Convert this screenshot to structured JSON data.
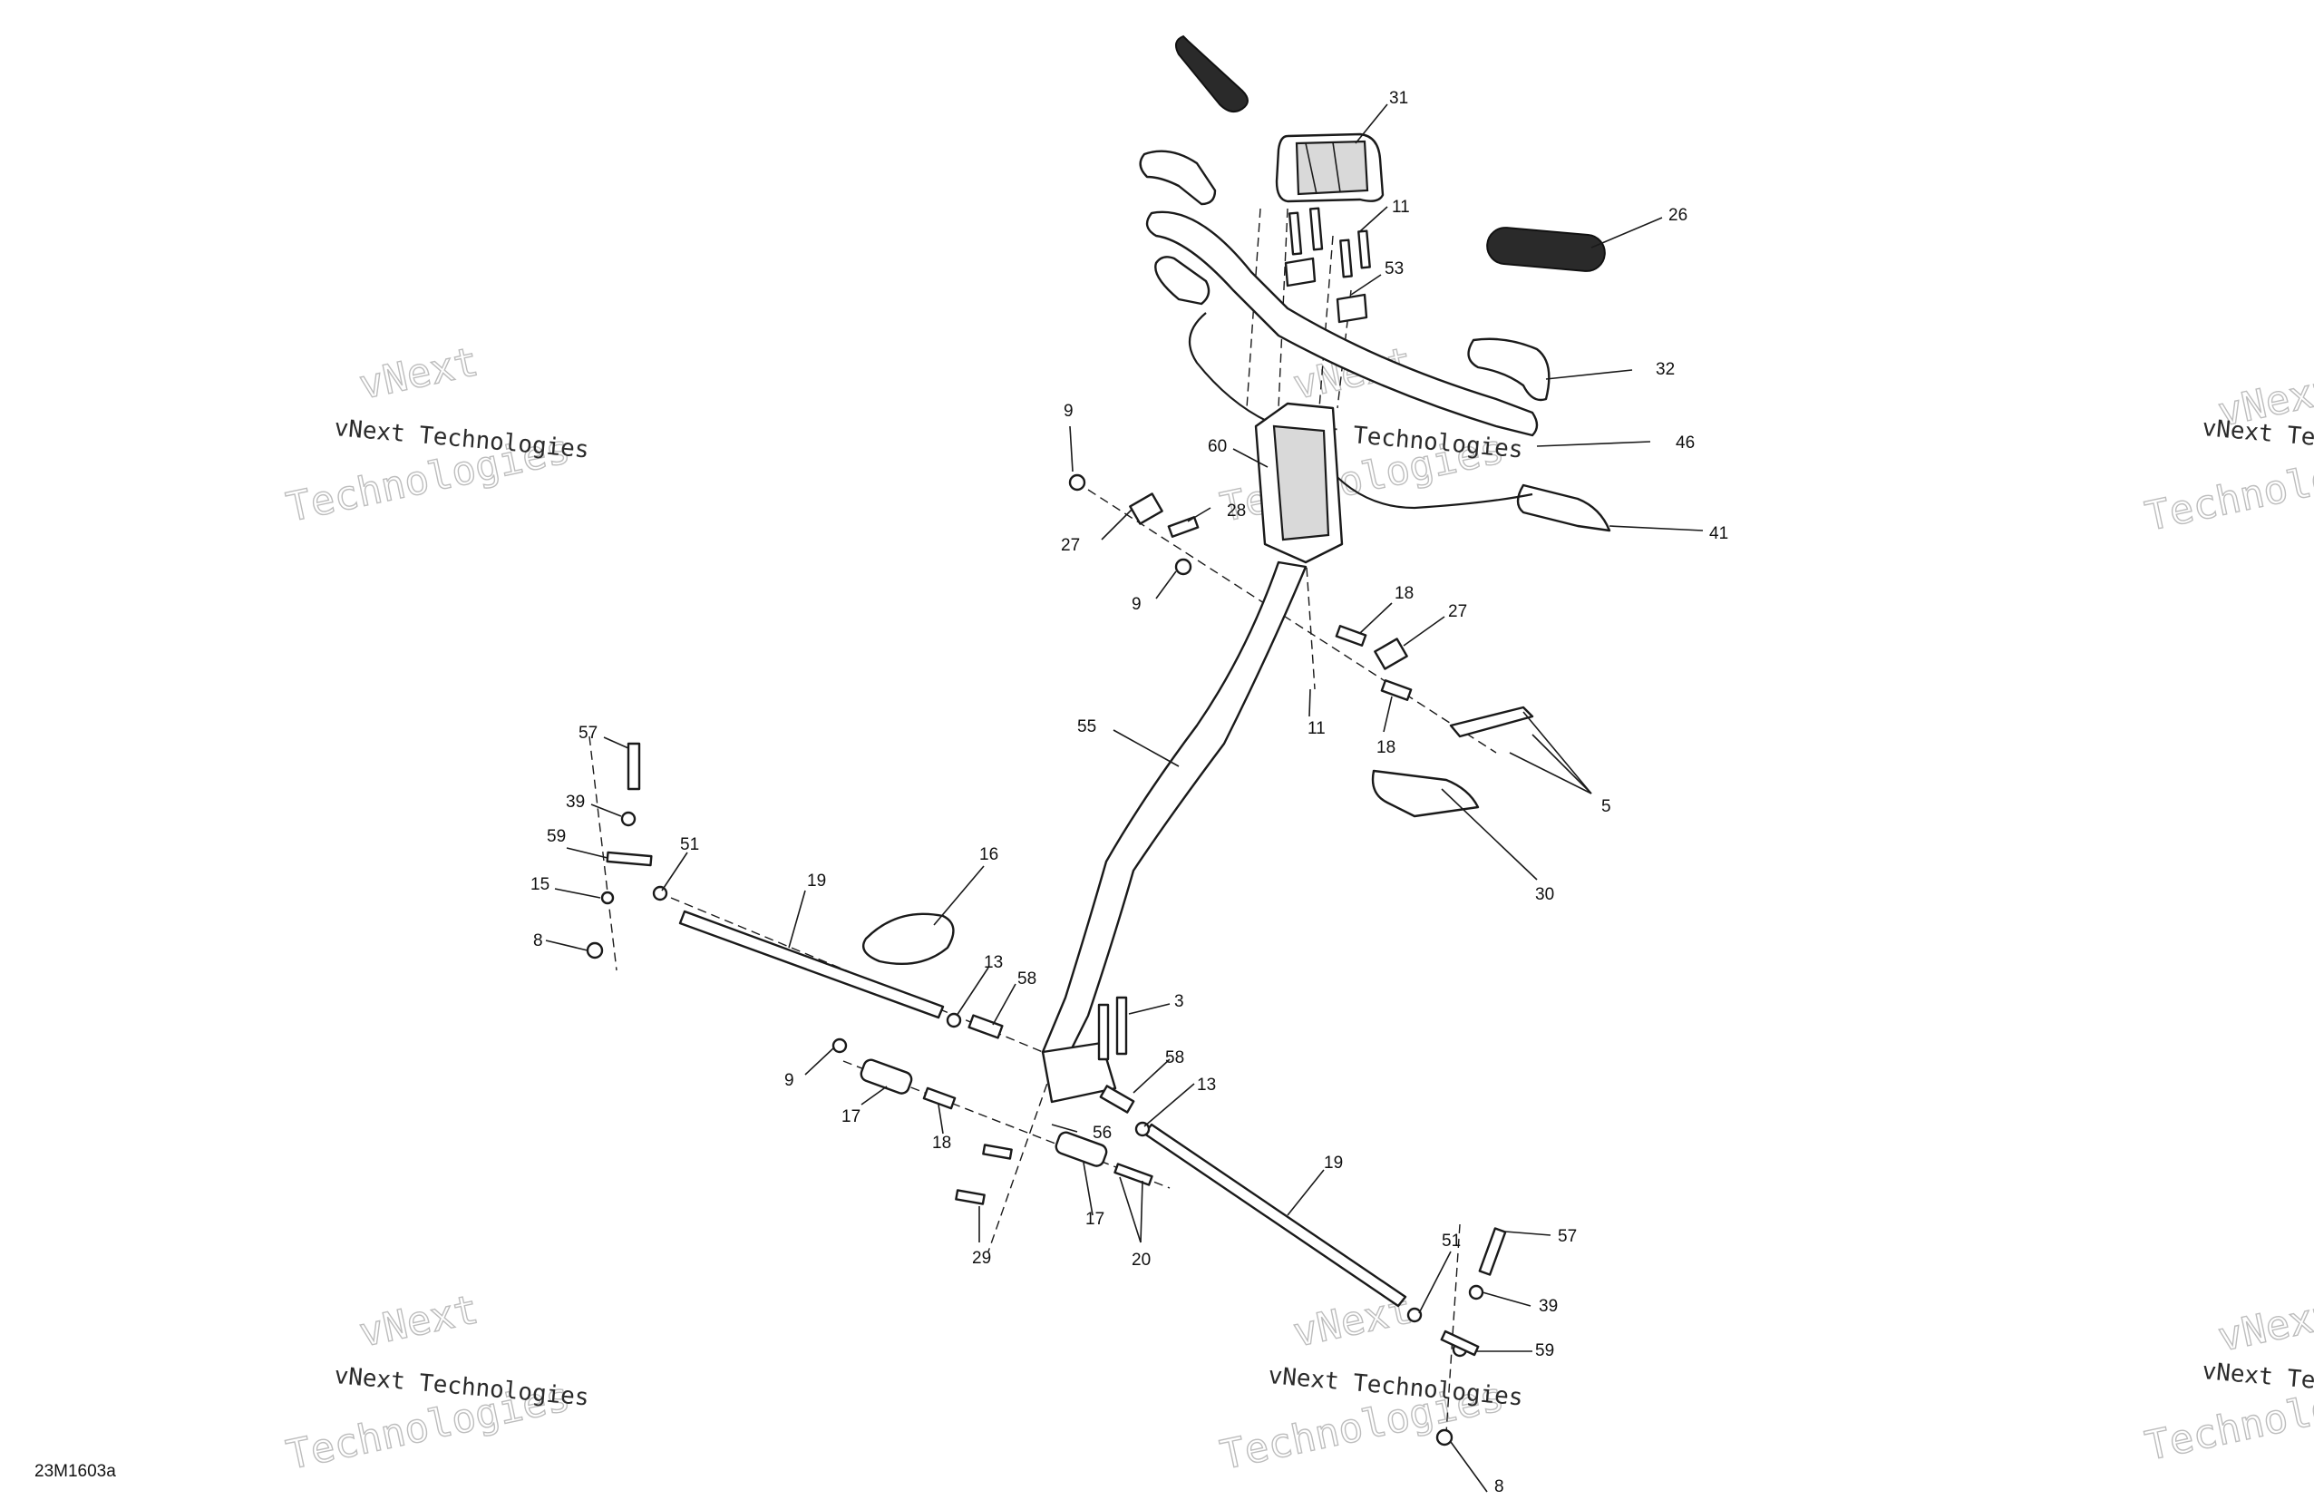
{
  "figure_id": "23M1603a",
  "watermark": {
    "line1": "vNext Technologies",
    "outline_top": "vNext",
    "outline_bottom": "Technologies"
  },
  "callouts": [
    "31",
    "11",
    "26",
    "53",
    "32",
    "46",
    "41",
    "9",
    "60",
    "28",
    "27",
    "9",
    "18",
    "27",
    "11",
    "18",
    "5",
    "30",
    "55",
    "57",
    "39",
    "59",
    "51",
    "15",
    "8",
    "19",
    "16",
    "13",
    "58",
    "3",
    "9",
    "17",
    "18",
    "58",
    "13",
    "56",
    "29",
    "17",
    "20",
    "19",
    "51",
    "57",
    "39",
    "59",
    "8"
  ]
}
